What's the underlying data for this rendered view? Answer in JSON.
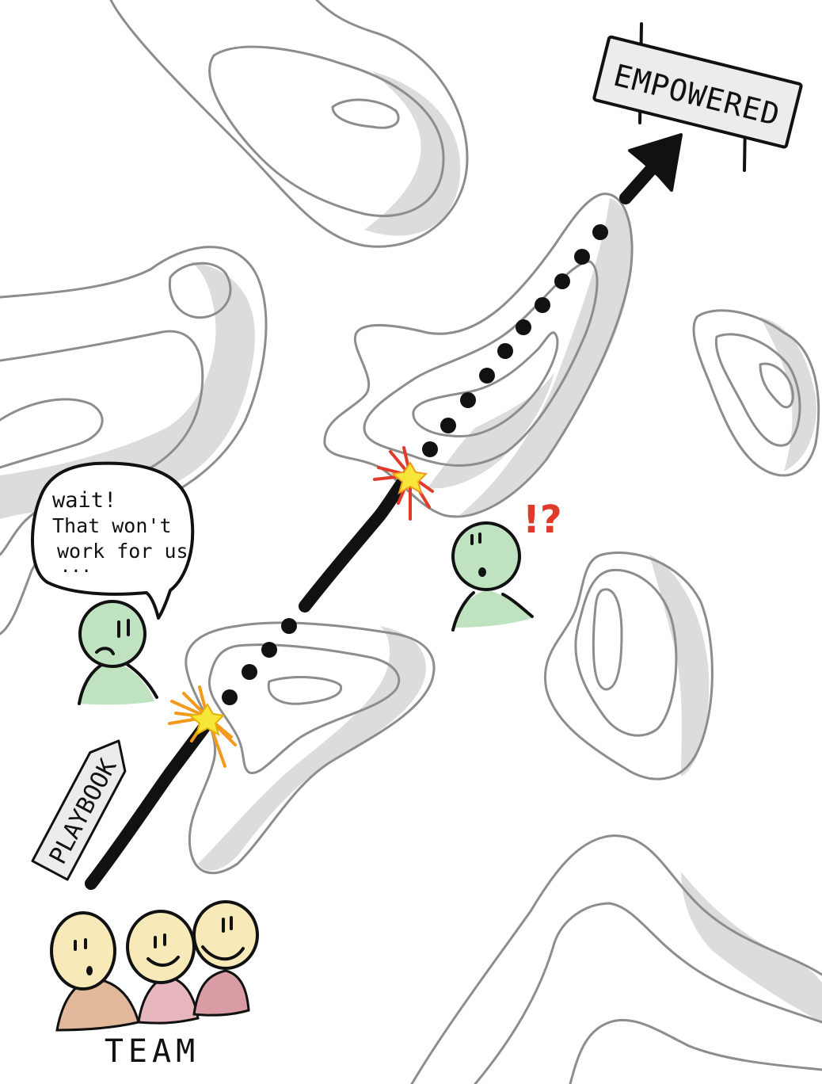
{
  "sign": {
    "label": "EMPOWERED"
  },
  "arrow_sign": {
    "label": "PLAYBOOK"
  },
  "speech_bubble": {
    "line1": "wait!",
    "line2": "That won't",
    "line3": "work for us",
    "line4": "..."
  },
  "exclamation": {
    "text": "!?"
  },
  "team": {
    "label": "TEAM"
  },
  "colors": {
    "contour": "#8d8d8d",
    "shadow": "#d6d6d6",
    "path": "#111111",
    "spark_red": "#e03a2a",
    "spark_orange": "#f39a1c",
    "spark_yellow": "#f7e63a",
    "green_figure": "#bfe3c0",
    "face_yellow": "#f7eab8",
    "body_orange": "#e2b89a",
    "body_pink": "#e8b7bd",
    "body_rose": "#d99ca4",
    "exclaim_red": "#e03a2a"
  }
}
